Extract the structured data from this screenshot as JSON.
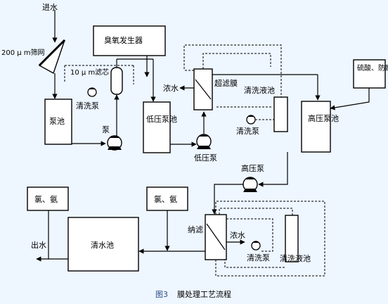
{
  "labels": {
    "inlet": "进水",
    "screen": "200 μ m筛网",
    "filter_core": "10 μ m滤芯",
    "pump_tank": "泵池",
    "wash_pump_1": "清洗泵",
    "pump_1": "泵",
    "ozone_generator": "臭氧发生器",
    "low_pressure_tank": "低压泵池",
    "low_pressure_pump": "低压泵",
    "concentrate_1": "浓水",
    "uf_membrane": "超滤膜",
    "wash_tank_1": "清洗液池",
    "wash_pump_2": "清洗泵",
    "acid_preservative": "硫酸、防腐剂",
    "high_pressure_tank": "高压泵池",
    "high_pressure_pump": "高压泵",
    "chlorine_ammonia_1": "氯、氨",
    "chlorine_ammonia_2": "氯、氨",
    "clean_water_tank": "清水池",
    "outlet": "出水",
    "nanofiltration": "纳滤",
    "concentrate_2": "浓水",
    "wash_pump_3": "清洗泵",
    "wash_tank_2": "清洗液池"
  },
  "caption": {
    "figure": "图3",
    "title": "膜处理工艺流程"
  }
}
